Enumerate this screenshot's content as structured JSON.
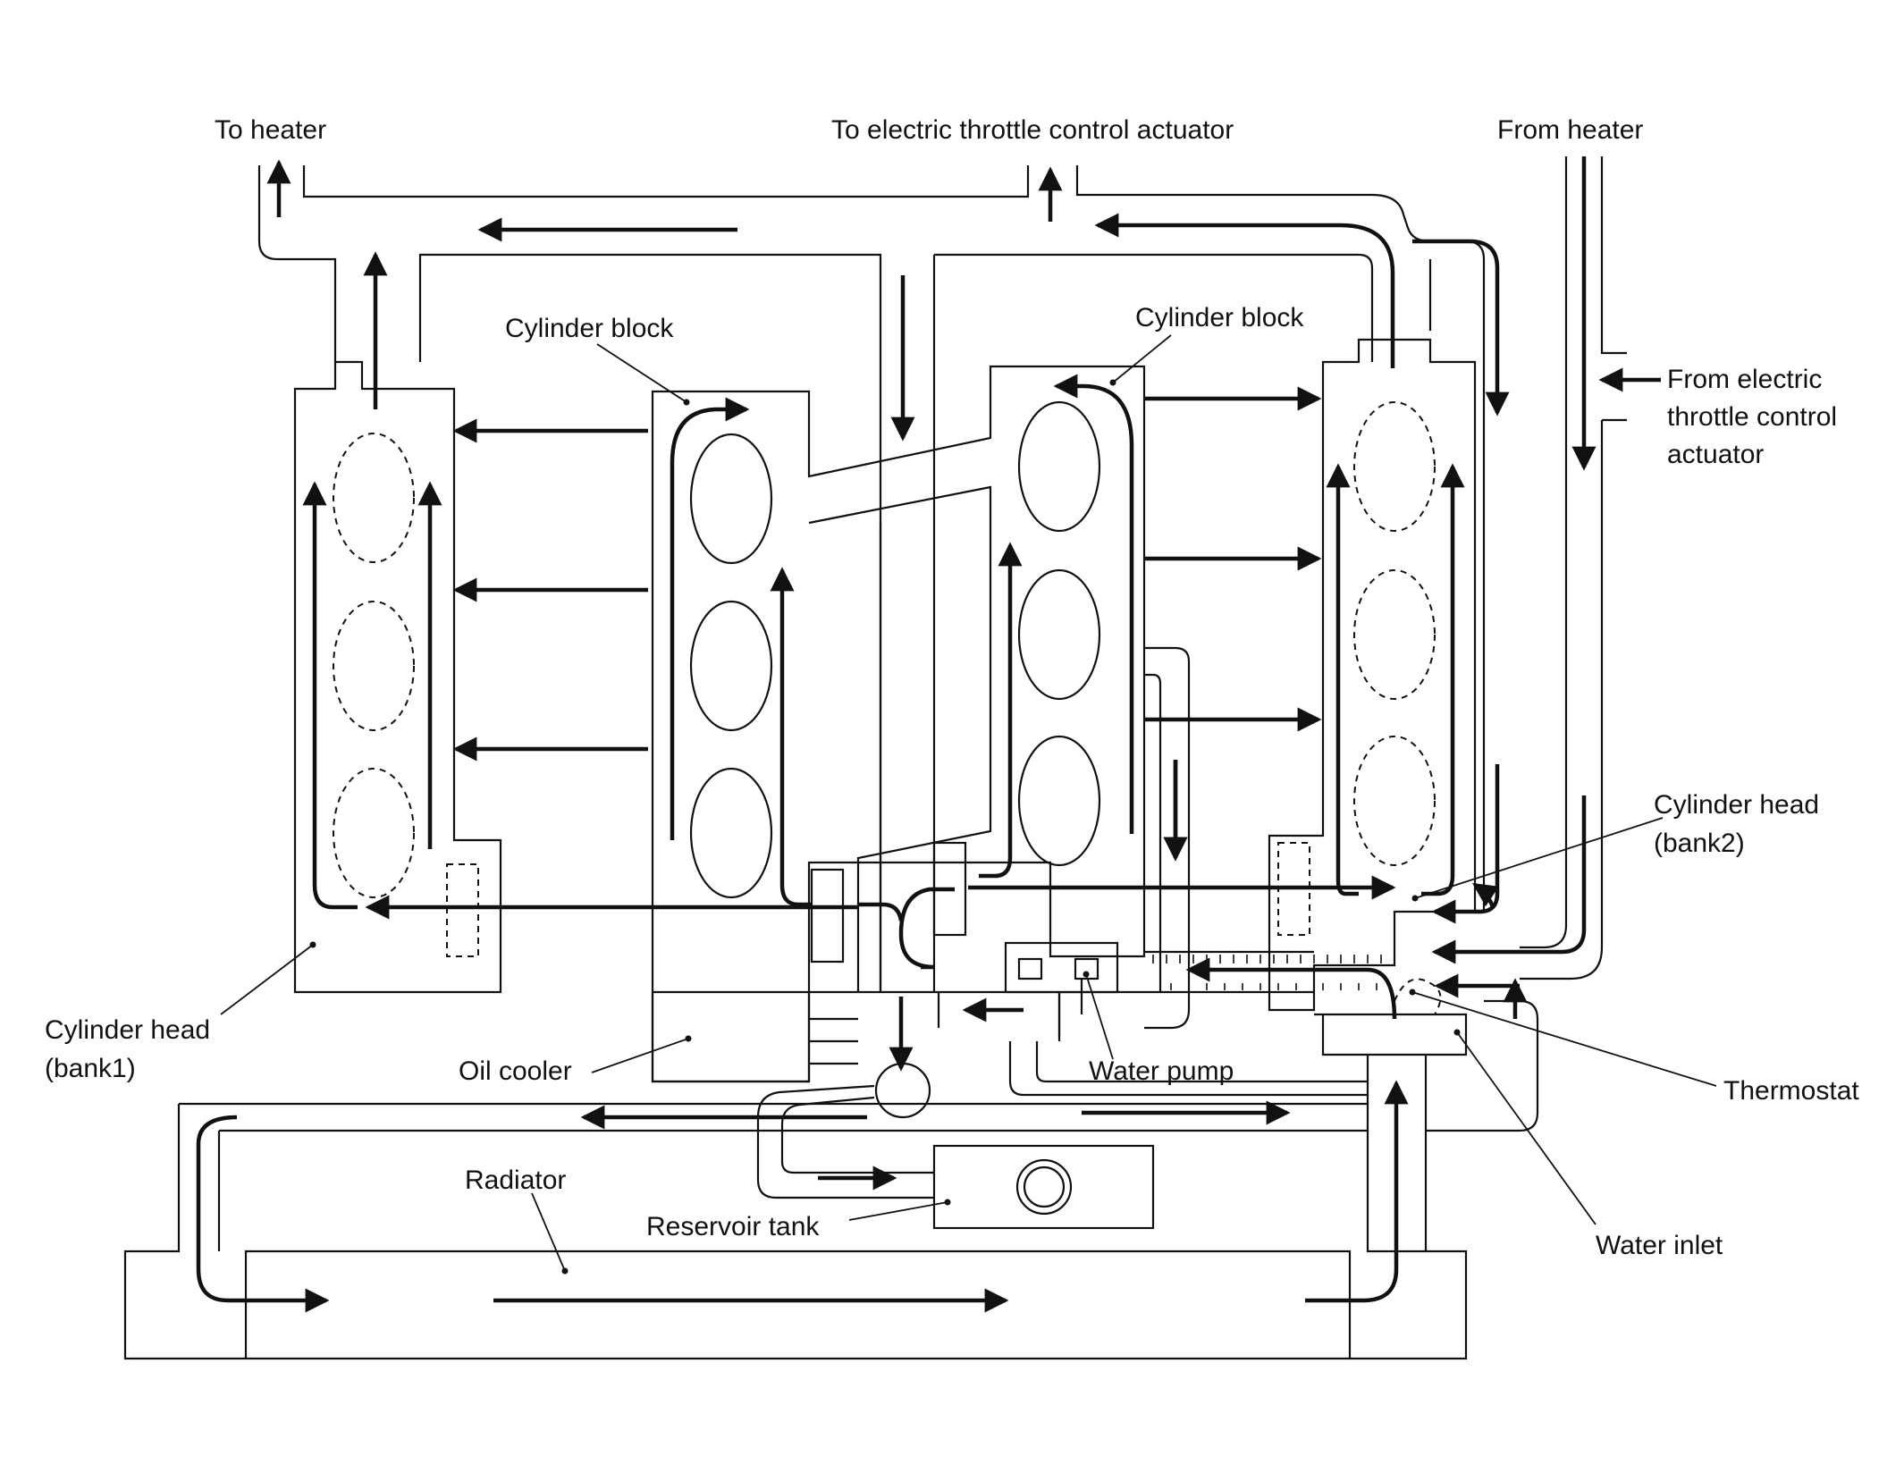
{
  "labels": {
    "to_heater": "To heater",
    "to_etc_actuator": "To electric throttle control actuator",
    "from_heater": "From heater",
    "cylinder_block_left": "Cylinder block",
    "cylinder_block_right": "Cylinder block",
    "from_etc_line1": "From electric",
    "from_etc_line2": "throttle control",
    "from_etc_line3": "actuator",
    "cylinder_head_bank2_line1": "Cylinder head",
    "cylinder_head_bank2_line2": "(bank2)",
    "cylinder_head_bank1_line1": "Cylinder head",
    "cylinder_head_bank1_line2": "(bank1)",
    "oil_cooler": "Oil cooler",
    "water_pump": "Water pump",
    "thermostat": "Thermostat",
    "radiator": "Radiator",
    "reservoir_tank": "Reservoir tank",
    "water_inlet": "Water inlet"
  }
}
